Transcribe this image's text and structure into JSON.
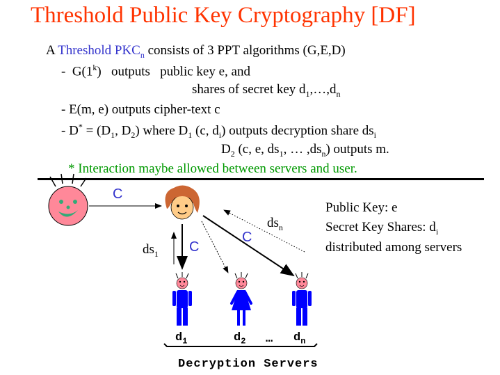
{
  "title": "Threshold Public Key Cryptography [DF]",
  "definition": {
    "a": "A",
    "threshold_pkc": "Threshold PKC",
    "n": "n",
    "rest": "consists of  3  PPT algorithms (G,E,D)"
  },
  "g_line": {
    "dash": "-",
    "g": "G(1",
    "k": "k",
    "close": ")",
    "outputs": "outputs",
    "pk": "public key e,  and"
  },
  "shares_line": {
    "text": "shares of secret key d",
    "sub1": "1",
    "mid": ",…,d",
    "subn": "n"
  },
  "e_line": "-  E(m,  e) outputs  cipher-text  c",
  "d_line": {
    "dash": "-  D",
    "star": "*",
    "eq": " = (D",
    "sub1": "1",
    "comma": ",  D",
    "sub2": "2",
    "where": ")   where   D",
    "sub1b": "1",
    "args": " (c,  d",
    "subi": "i",
    "outputs": ")   outputs decryption share ds",
    "subi2": "i"
  },
  "d2_line": {
    "d2": "D",
    "sub2": "2",
    "args": " (c,  e,  ds",
    "sub1": "1",
    "mid": ",  … ,ds",
    "subn": "n",
    "end": ")   outputs m."
  },
  "interaction_note": "* Interaction maybe allowed between servers and user.",
  "diagram": {
    "c_user": "C",
    "c_down": "C",
    "c_diag": "C",
    "ds1": "ds",
    "ds1_sub": "1",
    "dsn": "ds",
    "dsn_sub": "n",
    "d1": "d",
    "d1_sub": "1",
    "d2": "d",
    "d2_sub": "2",
    "dots": "…",
    "dn": "d",
    "dn_sub": "n",
    "servers_label": "Decryption Servers"
  },
  "info": {
    "public_key": "Public Key: e",
    "secret_shares": "Secret Key Shares:  d",
    "secret_sub": "i",
    "distributed": "distributed among servers"
  },
  "colors": {
    "title": "#ff3300",
    "blue": "#3333cc",
    "green": "#009900",
    "server_blue": "#0000ff",
    "face_pink": "#ff8899",
    "hair": "#cc6633"
  }
}
